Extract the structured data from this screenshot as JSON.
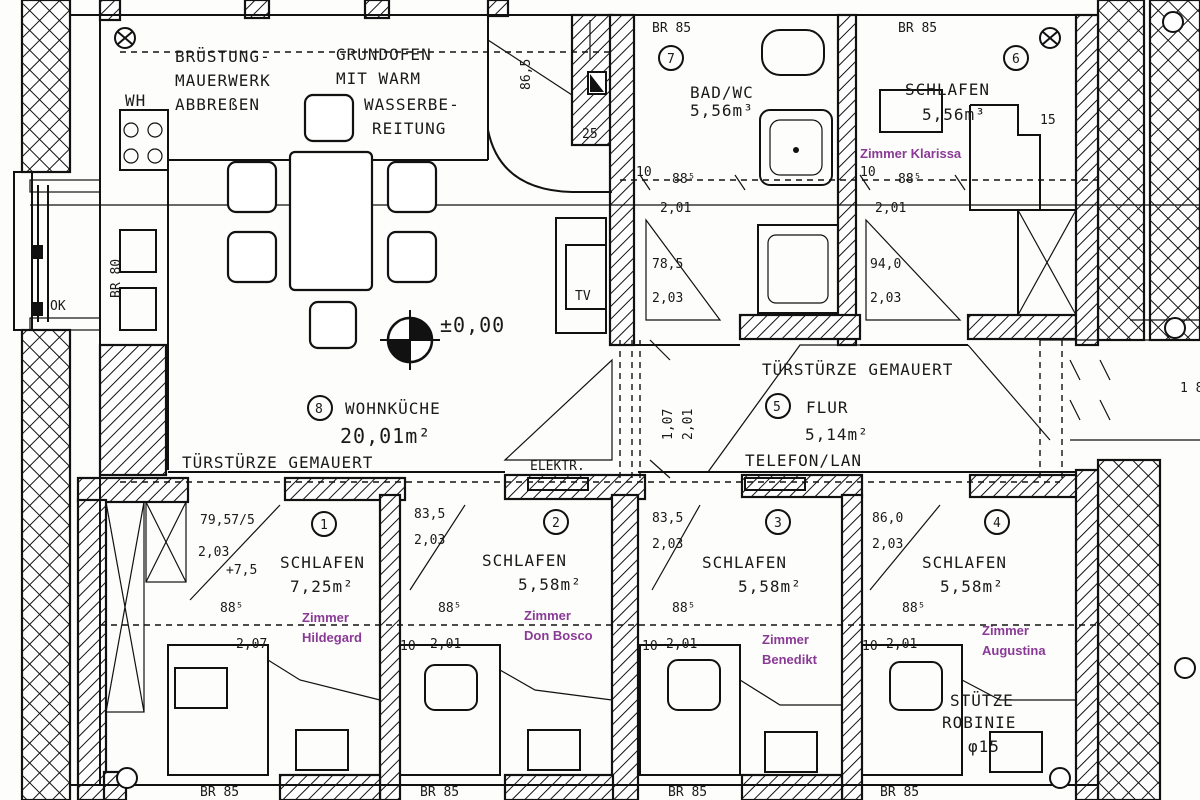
{
  "labels": {
    "bruestung": [
      "BRÜSTUNG-",
      "MAUERWERK",
      "ABBREßEN"
    ],
    "grundofen": [
      "GRUNDOFEN",
      "MIT WARM",
      "WASSERBE-",
      "REITUNG"
    ],
    "wh": "WH",
    "tv": "TV",
    "elevation": "±0,00",
    "wohnkueche_num": "8",
    "wohnkueche_name": "WOHNKÜCHE",
    "wohnkueche_area": "20,01m²",
    "tuerstuerze_left": "TÜRSTÜRZE GEMAUERT",
    "tuerstuerze_right": "TÜRSTÜRZE GEMAUERT",
    "flur_num": "5",
    "flur_name": "FLUR",
    "flur_area": "5,14m²",
    "telefon": "TELEFON/LAN",
    "elektr": "ELEKTR.",
    "bad_num": "7",
    "bad_name": "BAD/WC",
    "bad_area": "5,56m³",
    "schlafen6_num": "6",
    "schlafen6_name": "SCHLAFEN",
    "schlafen6_area": "5,56m³",
    "schlafen1_num": "1",
    "schlafen1_name": "SCHLAFEN",
    "schlafen1_area": "7,25m²",
    "schlafen2_num": "2",
    "schlafen2_name": "SCHLAFEN",
    "schlafen2_area": "5,58m²",
    "schlafen3_num": "3",
    "schlafen3_name": "SCHLAFEN",
    "schlafen3_area": "5,58m²",
    "schlafen4_num": "4",
    "schlafen4_name": "SCHLAFEN",
    "schlafen4_area": "5,58m²",
    "stuetze": [
      "STÜTZE",
      "ROBINIE",
      "φ15"
    ],
    "br85": "BR 85",
    "dim_885": "88⁵",
    "dim_201": "2,01",
    "dim_203": "2,03",
    "dim_207": "2,07",
    "dim_10": "10",
    "dim_15": "15",
    "dim_25": "25",
    "dim_865": "86,5",
    "dim_107": "1,07",
    "dim_201v": "2,01",
    "door_785": "78,5",
    "door_940": "94,0",
    "door_835a": "83,5",
    "door_835b": "83,5",
    "door_860": "86,0",
    "door_1": "79,57/5",
    "dim_725": "+7,5",
    "br80": "BR 80",
    "ok": "OK",
    "edge": "1 8"
  },
  "rooms": {
    "zimmer_klarissa": "Zimmer Klarissa",
    "zimmer_hildegard": [
      "Zimmer",
      "Hildegard"
    ],
    "zimmer_don_bosco": [
      "Zimmer",
      "Don Bosco"
    ],
    "zimmer_benedikt": [
      "Zimmer",
      "Benedikt"
    ],
    "zimmer_augustina": [
      "Zimmer",
      "Augustina"
    ]
  },
  "colors": {
    "room_label": "#8a3a96",
    "ink": "#111111"
  }
}
